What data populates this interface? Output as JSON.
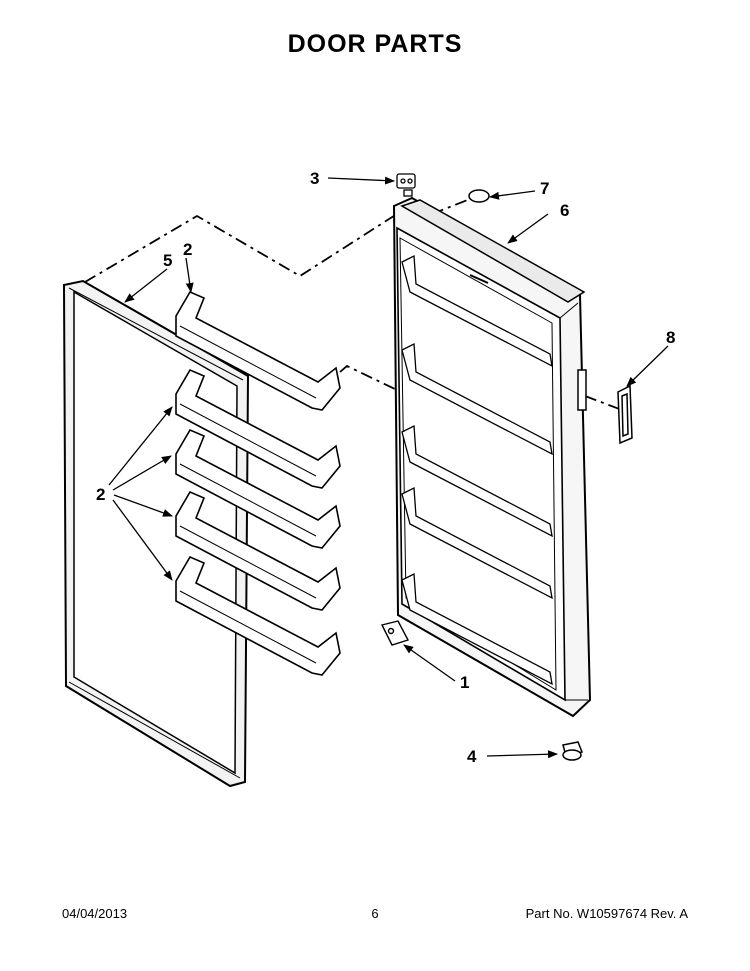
{
  "header": {
    "title": "DOOR PARTS"
  },
  "callouts": {
    "door_hinge_bracket": "1",
    "door_bins_top": "2",
    "door_bins_left": "2",
    "hinge_pin_cover": "3",
    "leveling_leg": "4",
    "door_gasket": "5",
    "door_assembly": "6",
    "door_plug": "7",
    "door_handle": "8"
  },
  "footer": {
    "date": "04/04/2013",
    "page": "6",
    "part_number": "Part No. W10597674  Rev. A"
  }
}
